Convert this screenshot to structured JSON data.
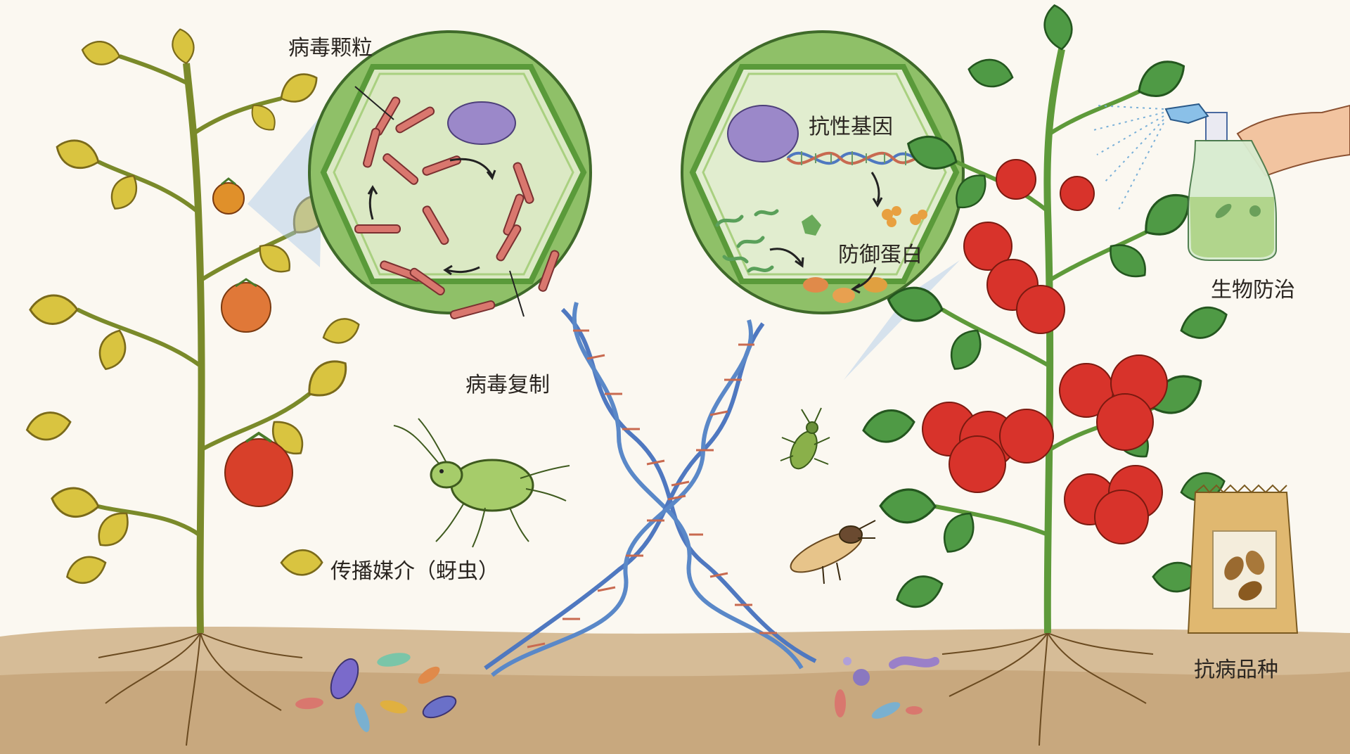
{
  "labels": {
    "virus_particles": "病毒颗粒",
    "virus_replication": "病毒复制",
    "vector_aphid": "传播媒介（蚜虫）",
    "resistance_gene": "抗性基因",
    "defense_protein": "防御蛋白",
    "biological_control": "生物防治",
    "resistant_variety": "抗病品种"
  },
  "colors": {
    "background": "#fbf8f1",
    "soil": "#c9a878",
    "cell_wall": "#6fa84a",
    "cytoplasm": "#dbe9c4",
    "virus": "#d9776e",
    "nucleus": "#9b88c9",
    "diseased_leaf": "#d9c440",
    "healthy_leaf": "#4f9a45",
    "tomato_red": "#d8332b",
    "dna_blue": "#4f78c0",
    "dna_rung": "#c86a50"
  },
  "icons": {
    "aphid": "aphid-icon",
    "beetle": "beetle-icon",
    "moth": "moth-icon",
    "spray_bottle": "spray-bottle-icon",
    "seed_bag": "seed-bag-icon",
    "dna_helix": "dna-helix-icon"
  }
}
